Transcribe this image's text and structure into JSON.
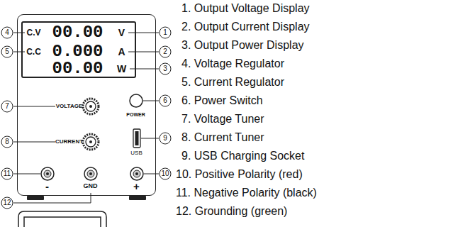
{
  "diagram": {
    "nodes": [
      {
        "text": [
          "VOLTAGE",
          "POWER",
          "CURRENT",
          "USB",
          "-",
          "GND",
          "+"
        ]
      },
      {
        "text": [
          "C.V",
          "00.00",
          "V",
          "C.C",
          "0.000",
          "A",
          "00.00",
          "W"
        ],
        "in": 0
      }
    ],
    "labels": [
      "4",
      "5",
      "1",
      "2",
      "3",
      "7",
      "6",
      "8",
      "9",
      "11",
      "10",
      "12",
      "1. Output Voltage Display",
      "2. Output Current Display",
      "3. Output Power Display",
      "4. Voltage Regulator",
      "5. Current Regulator",
      "6. Power Switch",
      "7. Voltage Tuner",
      "8. Current Tuner",
      "9. USB Charging Socket",
      "10. Positive Polarity (red)",
      "11. Negative Polarity (black)",
      "12. Grounding (green)"
    ]
  }
}
